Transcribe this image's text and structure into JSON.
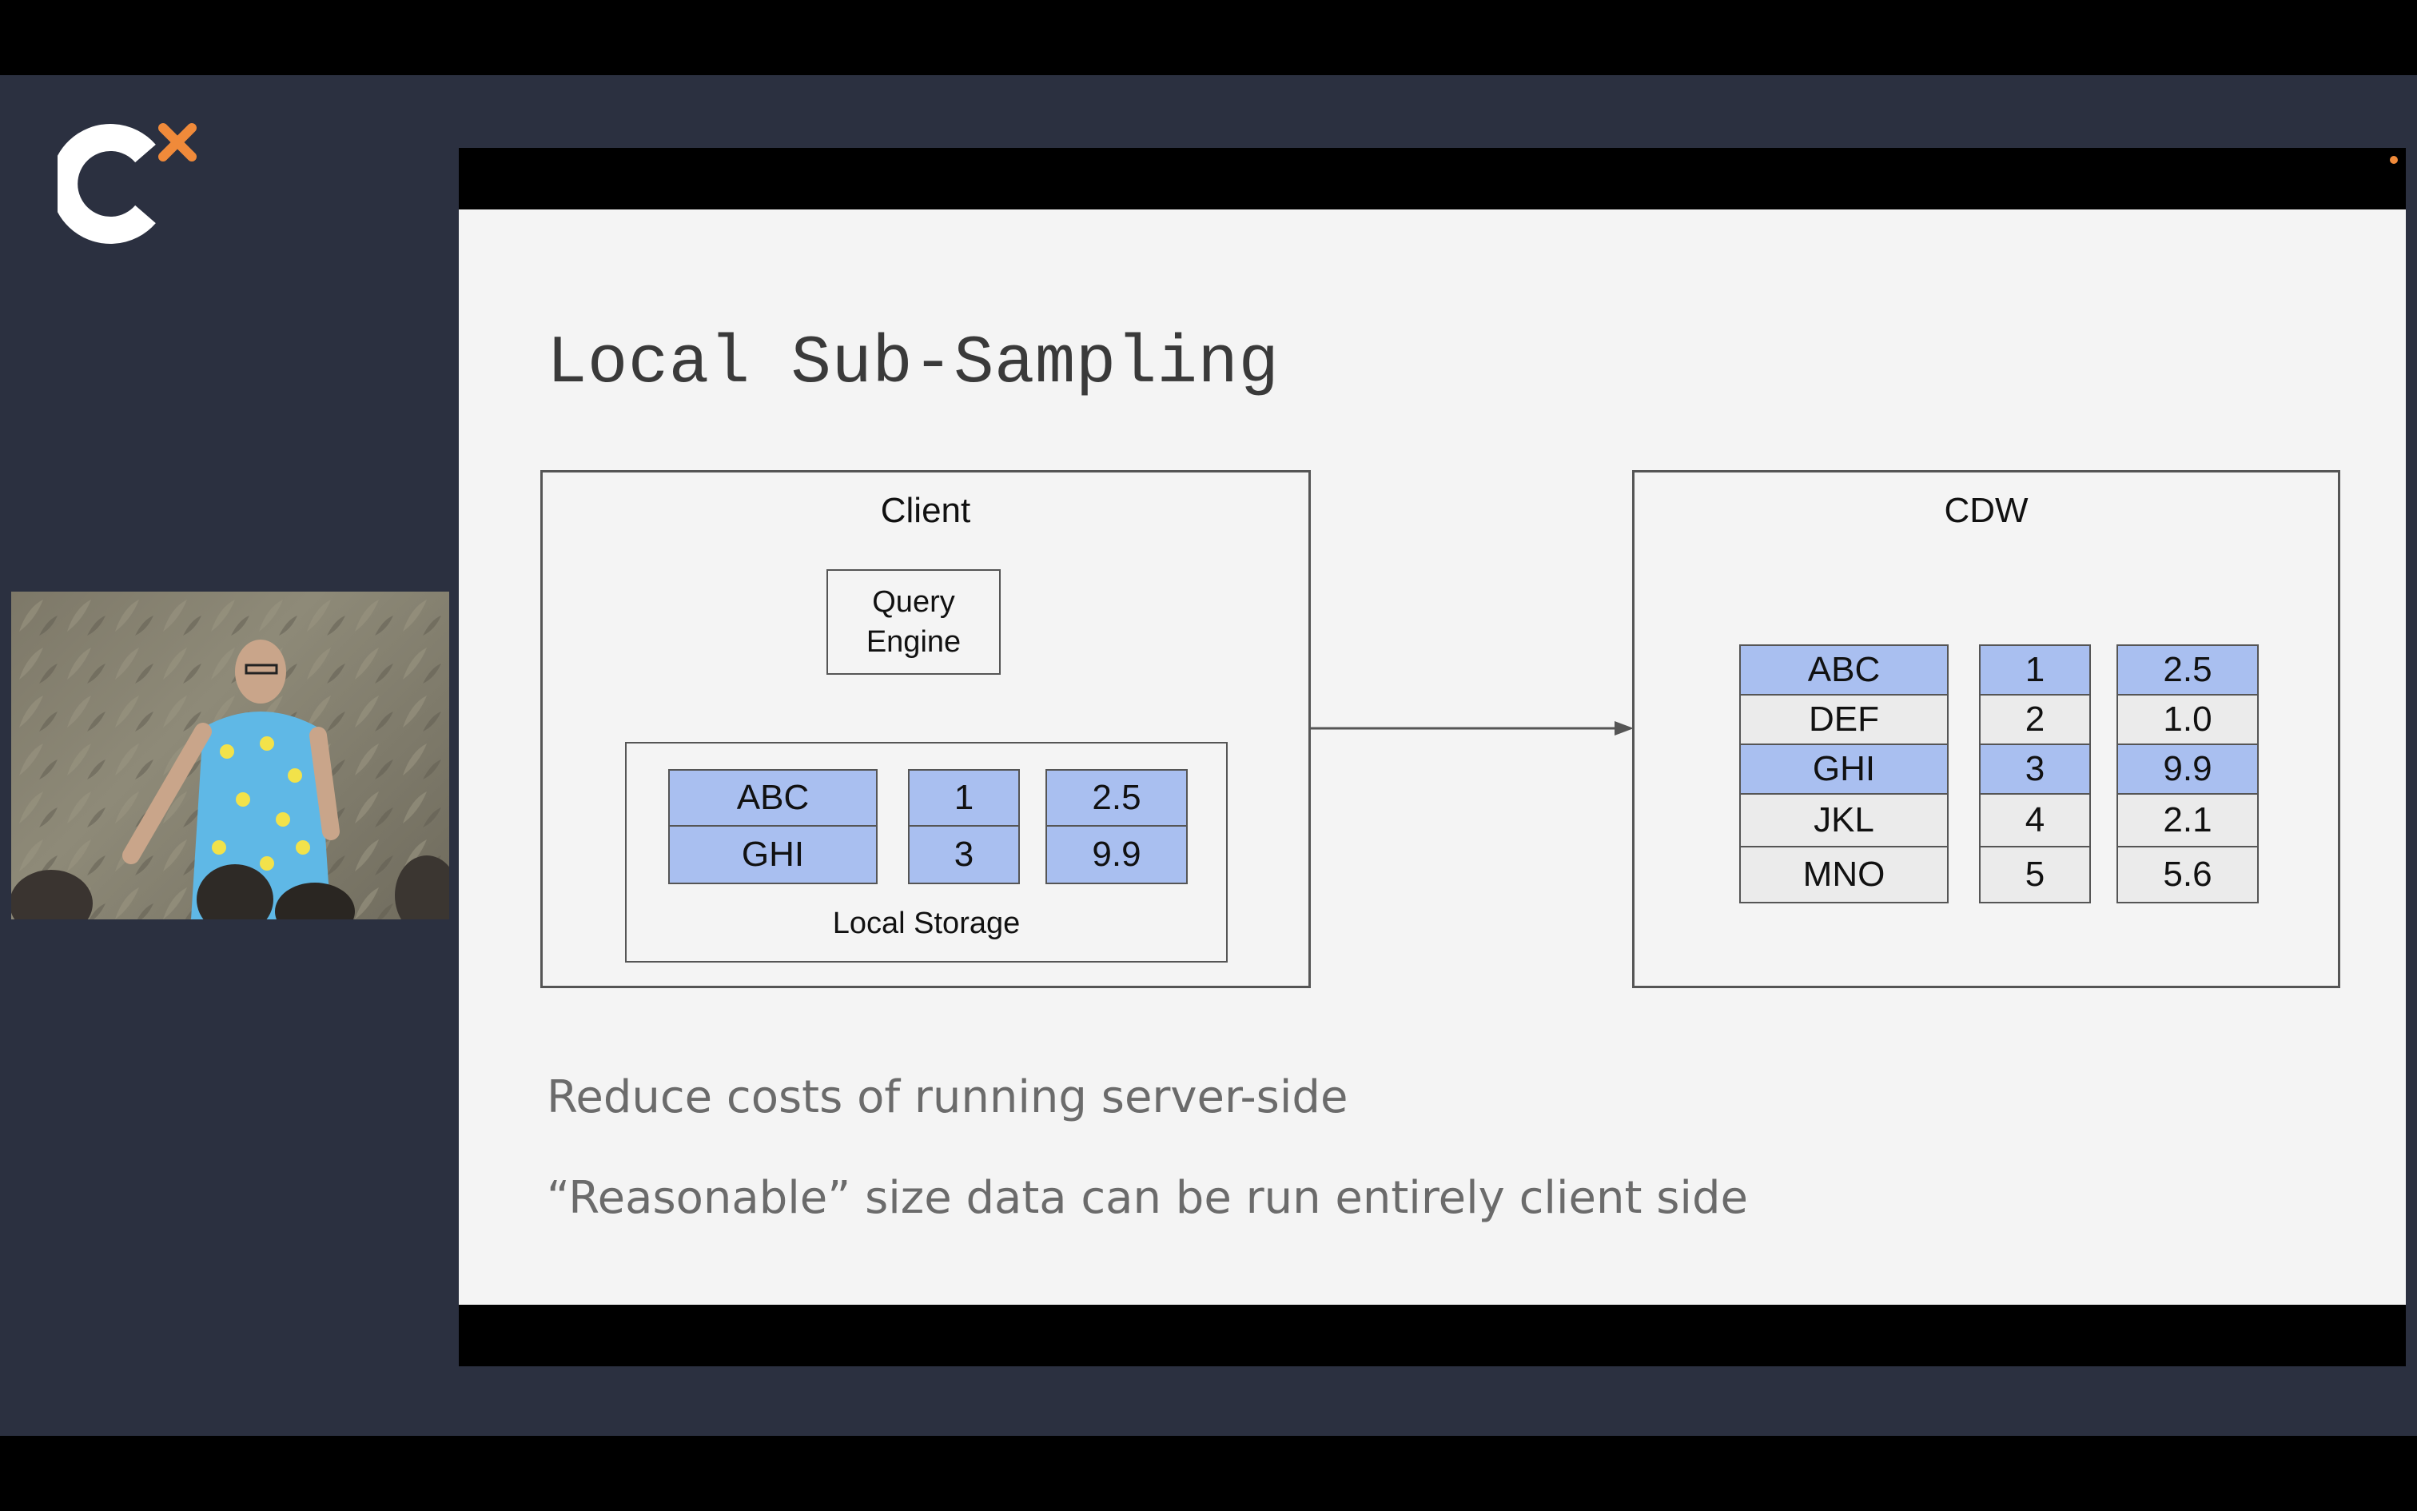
{
  "slide": {
    "title": "Local Sub-Sampling",
    "client_label": "Client",
    "query_engine_label": "Query\nEngine",
    "local_storage_label": "Local Storage",
    "cdw_label": "CDW",
    "bullets": [
      "Reduce costs of running server-side",
      "“Reasonable” size data can be run entirely client side"
    ]
  },
  "local_table": {
    "col1": [
      "ABC",
      "GHI"
    ],
    "col2": [
      "1",
      "3"
    ],
    "col3": [
      "2.5",
      "9.9"
    ]
  },
  "cdw_table": {
    "col1": [
      "ABC",
      "DEF",
      "GHI",
      "JKL",
      "MNO"
    ],
    "col2": [
      "1",
      "2",
      "3",
      "4",
      "5"
    ],
    "col3": [
      "2.5",
      "1.0",
      "9.9",
      "2.1",
      "5.6"
    ],
    "highlighted_rows": [
      0,
      2
    ]
  },
  "colors": {
    "highlight": "#a9bff0",
    "background": "#2b3040",
    "logo_accent": "#f08a3a"
  },
  "icons": {
    "logo": "conference-logo-icon",
    "arrow": "arrow-right-icon"
  }
}
